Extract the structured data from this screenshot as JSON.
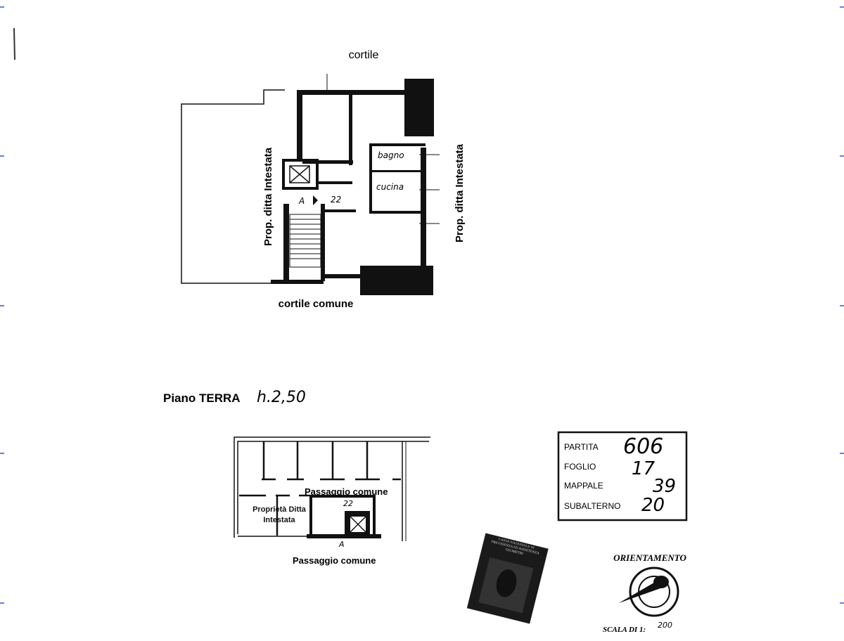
{
  "plan_top": {
    "label_north": "cortile",
    "label_south": "cortile comune",
    "label_west": "Prop. ditta Intestata",
    "label_east": "Prop. ditta Intestata",
    "room_bath": "bagno",
    "room_kitchen": "cucina",
    "marker_a": "A",
    "marker_num": "22"
  },
  "floor_title": {
    "label": "Piano TERRA",
    "height": "h.2,50"
  },
  "plan_bottom": {
    "label_upper": "Passaggio comune",
    "label_lower": "Passaggio comune",
    "label_property": "Proprietà Ditta Intestata",
    "marker_num": "22",
    "marker_a": "A"
  },
  "cadastral_box": {
    "rows": [
      {
        "label": "PARTITA",
        "value": "606"
      },
      {
        "label": "FOGLIO",
        "value": "17"
      },
      {
        "label": "MAPPALE",
        "value": "39"
      },
      {
        "label": "SUBALTERNO",
        "value": "20"
      }
    ]
  },
  "stamp": {
    "text": "CASSA NAZIONALE DI PREVIDENZA ED ASSISTENZA GEOMETRI"
  },
  "orientation": {
    "label": "ORIENTAMENTO",
    "scale_label": "SCALA DI 1:",
    "scale_value": "200"
  },
  "colors": {
    "ink": "#111111",
    "margin_tick": "#3355cc"
  }
}
